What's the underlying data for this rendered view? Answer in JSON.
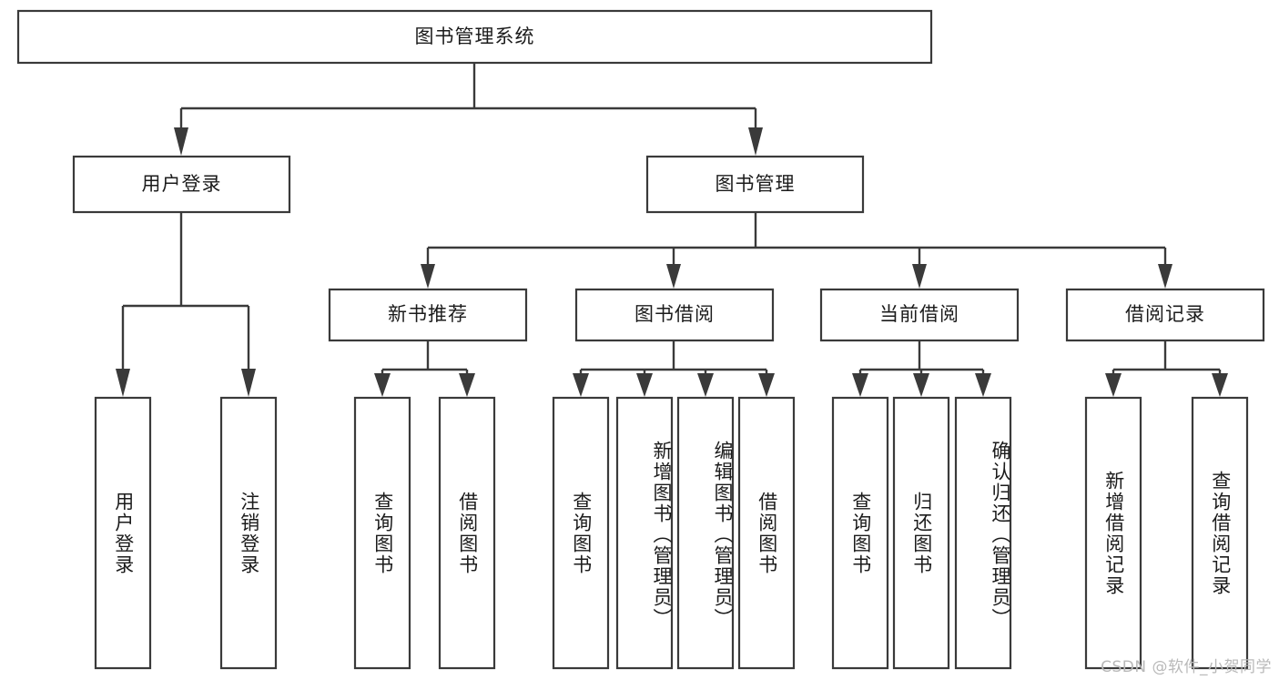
{
  "diagram": {
    "type": "tree-hierarchy-chart",
    "title": "图书管理系统",
    "root": {
      "label": "图书管理系统",
      "level": 0
    },
    "level1": [
      {
        "label": "用户登录"
      },
      {
        "label": "图书管理"
      }
    ],
    "level2": [
      {
        "label": "新书推荐",
        "parent": "图书管理"
      },
      {
        "label": "图书借阅",
        "parent": "图书管理"
      },
      {
        "label": "当前借阅",
        "parent": "图书管理"
      },
      {
        "label": "借阅记录",
        "parent": "图书管理"
      }
    ],
    "leaves": {
      "user_login": [
        {
          "label": "用户登录"
        },
        {
          "label": "注销登录"
        }
      ],
      "new_book_recommend": [
        {
          "label": "查询图书"
        },
        {
          "label": "借阅图书"
        }
      ],
      "book_borrow": [
        {
          "label": "查询图书"
        },
        {
          "label": "新增图书（管理员）"
        },
        {
          "label": "编辑图书（管理员）"
        },
        {
          "label": "借阅图书"
        }
      ],
      "current_borrow": [
        {
          "label": "查询图书"
        },
        {
          "label": "归还图书"
        },
        {
          "label": "确认归还（管理员）"
        }
      ],
      "borrow_record": [
        {
          "label": "新增借阅记录"
        },
        {
          "label": "查询借阅记录"
        }
      ]
    }
  },
  "watermark": {
    "text": "CSDN @软件_小贺同学"
  },
  "colors": {
    "stroke": "#3a3a3a",
    "fill": "#ffffff",
    "text": "#1b1b1b",
    "watermark": "#b9b9b9"
  }
}
